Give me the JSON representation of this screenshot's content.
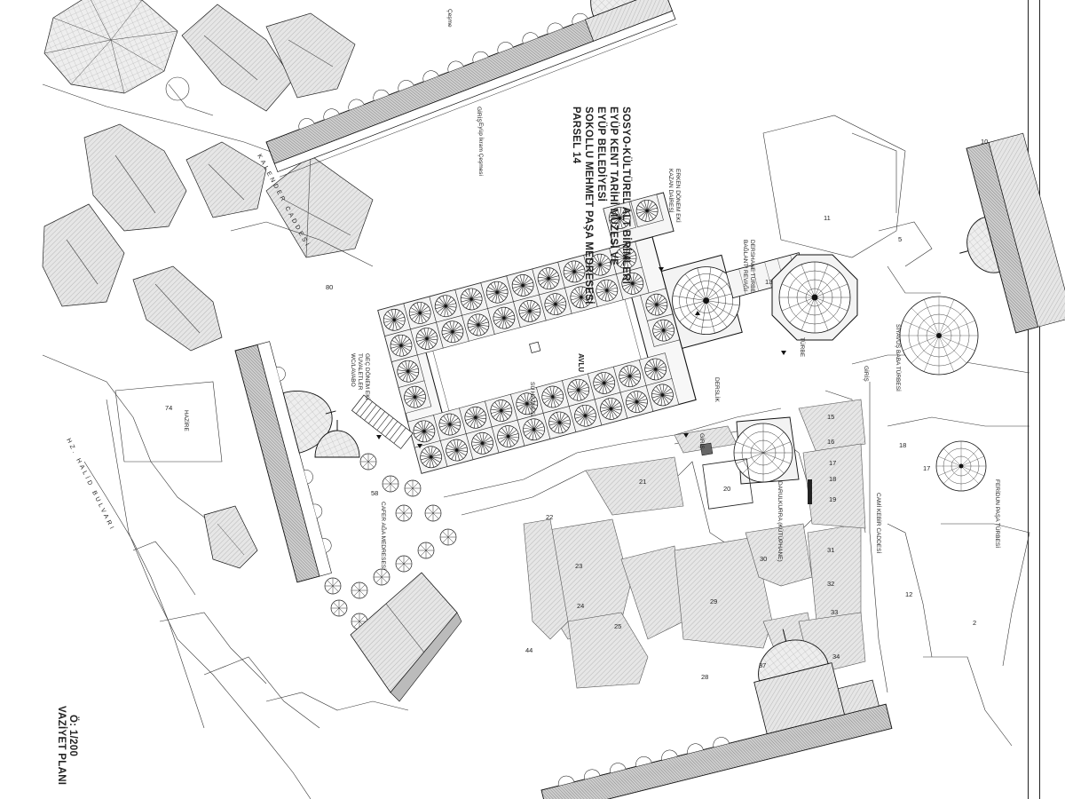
{
  "drawing": {
    "title": "VAZİYET PLANI",
    "scale": "Ö: 1/200",
    "parcel": "PARSEL 14",
    "building_name": "SOKOLLU MEHMET PAŞA MEDRESESİ",
    "owner": "EYÜP BELEDİYESİ",
    "use_line1": "EYÜP KENT TARİHİ MÜZESİ VE",
    "use_line2": "SOSYO-KÜLTÜREL ALT BİRİMLERİ"
  },
  "labels": {
    "courtyard": "AVLU",
    "water_tank": "SU HAZNESİ",
    "darsane": "DERSLİK",
    "tomb": "TÜRBE",
    "tomb_arcade_1": "DERSHANE TÜRBE",
    "tomb_arcade_2": "BAĞLANTI REVAĞI",
    "boiler_1": "ERKEN DÖNEM EKİ",
    "boiler_2": "KAZAN DAİRESİ",
    "cafer_aga": "CAFER AĞA MEDRESESİ",
    "hazire": "HAZİRE",
    "toilet_1": "GEÇ DÖNEM EKİ",
    "toilet_2": "TUVALETLER",
    "toilet_3": "WC/LAVABO",
    "darulkurra": "DARULKURRA (KÜTÜPHANE)",
    "siyavus": "SİYAVUŞ BABA TÜRBESİ",
    "feridun": "FERİDUN PAŞA TÜRBESİ",
    "fountain_top": "Çeşme",
    "fountain_2": "Eyüp İkram Çeşmesi",
    "entrance_1": "GİRİŞ",
    "entrance_2": "GİRİŞ",
    "entrance_3": "GİRİŞ",
    "street_kalender": "KALENDER CADDESİ",
    "street_halid": "HZ. HALİD BULVARI",
    "street_cami": "CAMİ KEBİR CADDESİ"
  },
  "parcel_numbers": [
    "80",
    "74",
    "58",
    "11",
    "10",
    "5",
    "13",
    "15",
    "16",
    "17",
    "18",
    "19",
    "20",
    "21",
    "22",
    "23",
    "24",
    "25",
    "28",
    "29",
    "30",
    "31",
    "32",
    "33",
    "34",
    "37",
    "44",
    "17",
    "18",
    "12",
    "2"
  ]
}
